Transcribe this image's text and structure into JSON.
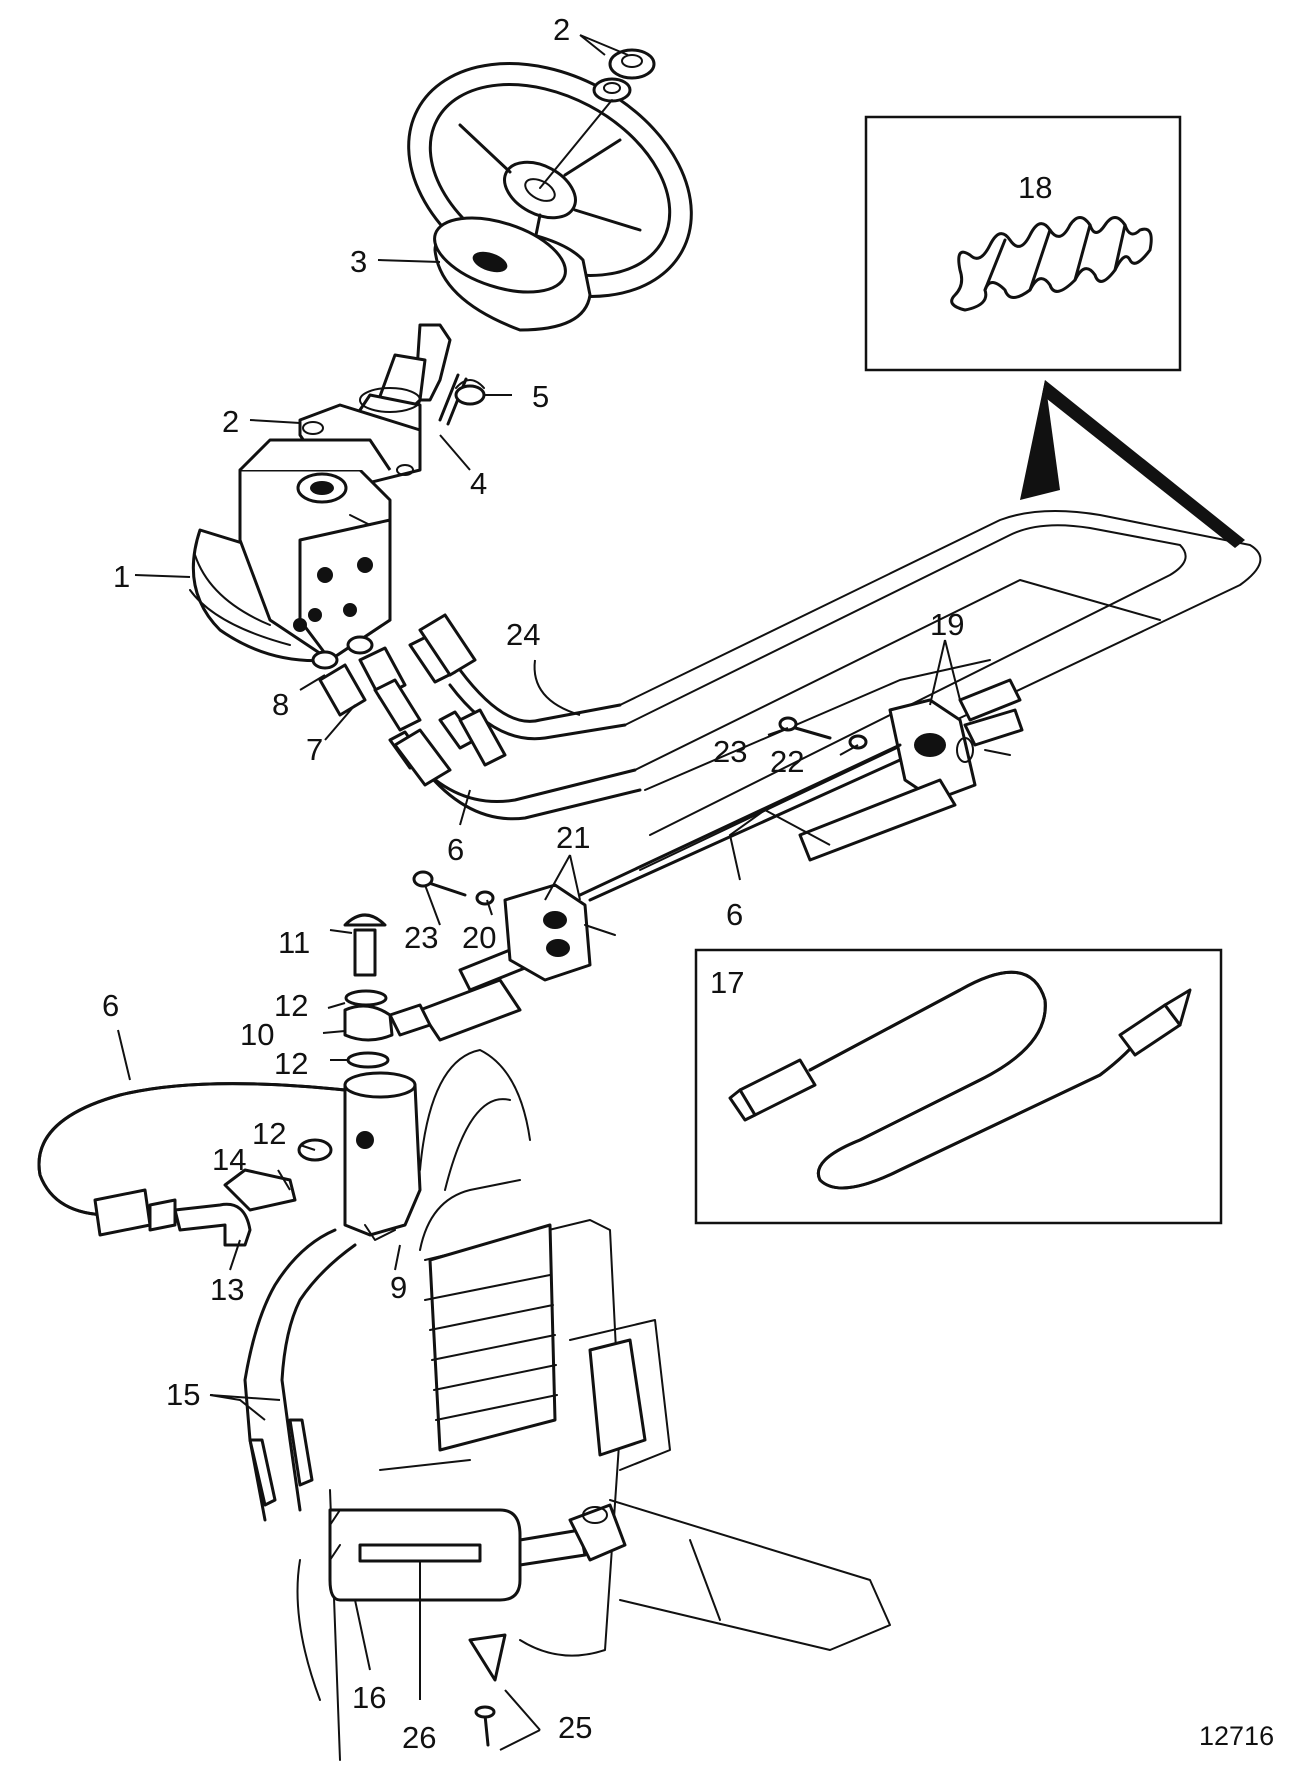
{
  "diagram": {
    "reference_number": "12716",
    "callouts": [
      {
        "id": "c2a",
        "label": "2"
      },
      {
        "id": "c3",
        "label": "3"
      },
      {
        "id": "c2b",
        "label": "2"
      },
      {
        "id": "c5",
        "label": "5"
      },
      {
        "id": "c4",
        "label": "4"
      },
      {
        "id": "c1",
        "label": "1"
      },
      {
        "id": "c8",
        "label": "8"
      },
      {
        "id": "c7",
        "label": "7"
      },
      {
        "id": "c24",
        "label": "24"
      },
      {
        "id": "c6a",
        "label": "6"
      },
      {
        "id": "c21",
        "label": "21"
      },
      {
        "id": "c23a",
        "label": "23"
      },
      {
        "id": "c22",
        "label": "22"
      },
      {
        "id": "c19",
        "label": "19"
      },
      {
        "id": "c18",
        "label": "18"
      },
      {
        "id": "c23b",
        "label": "23"
      },
      {
        "id": "c20",
        "label": "20"
      },
      {
        "id": "c6b",
        "label": "6"
      },
      {
        "id": "c11",
        "label": "11"
      },
      {
        "id": "c12a",
        "label": "12"
      },
      {
        "id": "c10",
        "label": "10"
      },
      {
        "id": "c12b",
        "label": "12"
      },
      {
        "id": "c6c",
        "label": "6"
      },
      {
        "id": "c12c",
        "label": "12"
      },
      {
        "id": "c14",
        "label": "14"
      },
      {
        "id": "c13",
        "label": "13"
      },
      {
        "id": "c9",
        "label": "9"
      },
      {
        "id": "c17",
        "label": "17"
      },
      {
        "id": "c15",
        "label": "15"
      },
      {
        "id": "c16",
        "label": "16"
      },
      {
        "id": "c26",
        "label": "26"
      },
      {
        "id": "c25",
        "label": "25"
      }
    ]
  }
}
